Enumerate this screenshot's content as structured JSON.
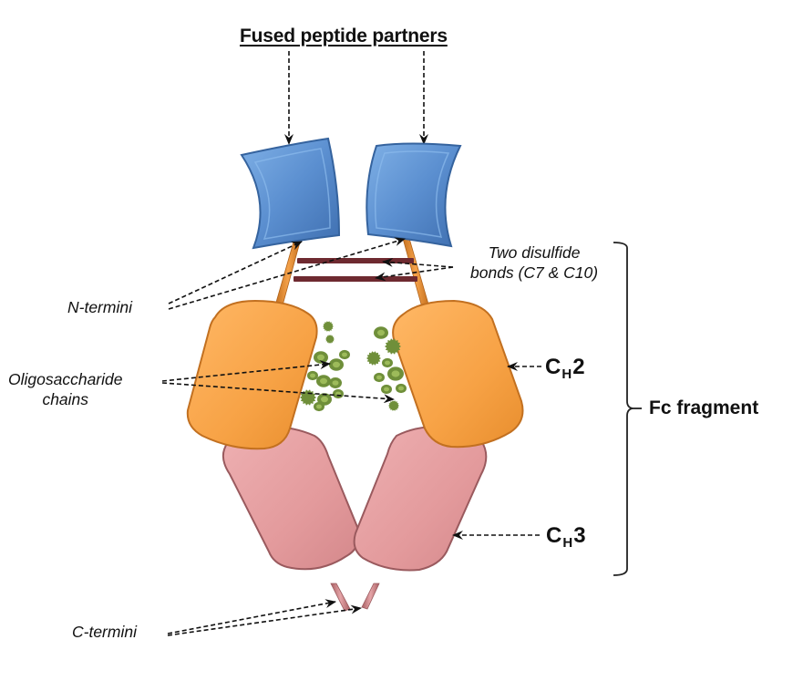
{
  "diagram": {
    "title": "Fused peptide partners",
    "labels": {
      "disulfide_line1": "Two disulfide",
      "disulfide_line2": "bonds (C7 & C10)",
      "n_termini": "N-termini",
      "oligo_line1": "Oligosaccharide",
      "oligo_line2": "chains",
      "c_termini": "C-termini",
      "ch2_prefix": "C",
      "ch2_sub": "H",
      "ch2_suffix": "2",
      "ch3_prefix": "C",
      "ch3_sub": "H",
      "ch3_suffix": "3",
      "fc_fragment": "Fc fragment"
    },
    "components": [
      {
        "name": "Fused peptide partner (left)",
        "color": "#5b8fd0"
      },
      {
        "name": "Fused peptide partner (right)",
        "color": "#5b8fd0"
      },
      {
        "name": "Hinge linker",
        "color": "#e08a35"
      },
      {
        "name": "Disulfide bond",
        "color": "#6e2a30"
      },
      {
        "name": "CH2 domain",
        "color": "#f7a245"
      },
      {
        "name": "CH3 domain",
        "color": "#e39a9c"
      },
      {
        "name": "Oligosaccharide chains",
        "color": "#6f8f3a"
      }
    ],
    "colors": {
      "blue": "#5b8fd0",
      "blue_dark": "#3a6aa8",
      "orange": "#f7a245",
      "orange_dark": "#c9731f",
      "pink": "#e39a9c",
      "pink_dark": "#b36a6e",
      "bond": "#6e2a30",
      "glycan": "#6f8f3a",
      "glycan_light": "#9dbb5a",
      "arrow": "#111111"
    }
  }
}
